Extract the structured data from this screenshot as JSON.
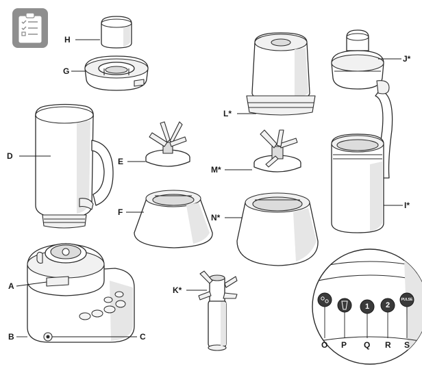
{
  "icon": "checklist-icon",
  "labels": {
    "A": "A",
    "B": "B",
    "C": "C",
    "D": "D",
    "E": "E",
    "F": "F",
    "G": "G",
    "H": "H",
    "I": "I*",
    "J": "J*",
    "K": "K*",
    "L": "L*",
    "M": "M*",
    "N": "N*",
    "O": "O",
    "P": "P",
    "Q": "Q",
    "R": "R",
    "S": "S"
  },
  "panel_buttons": {
    "one": "1",
    "two": "2",
    "pulse": "PULSE"
  },
  "colors": {
    "icon_tile": "#8e8e8e",
    "button_dark": "#3a3a3a",
    "outline": "#2a2a2a"
  }
}
